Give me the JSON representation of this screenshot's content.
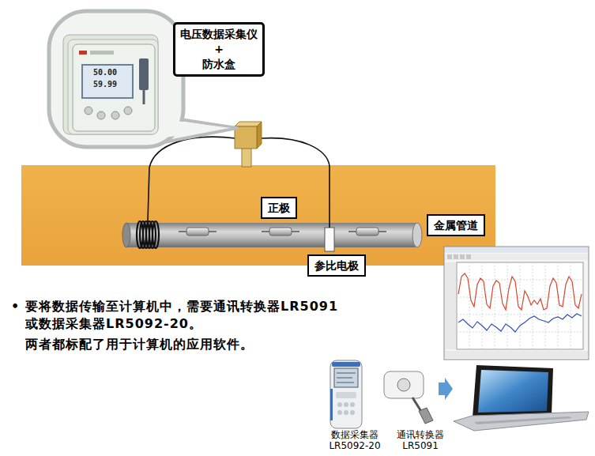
{
  "diagram": {
    "nodes": [
      {
        "text": [
          "电压数据采集仪 + 防水盒"
        ]
      },
      {
        "text": [
          "正极"
        ]
      },
      {
        "text": [
          "金属管道"
        ]
      },
      {
        "text": [
          "参比电极"
        ]
      }
    ],
    "labels": [
      "50.00",
      "59.99",
      "•",
      "要将数据传输至计算机中，需要通讯转换器LR5091 或数据采集器LR5092-20。",
      "两者都标配了用于计算机的应用软件。",
      "数据采集器 LR5092-20",
      "通讯转换器 LR5091"
    ]
  }
}
